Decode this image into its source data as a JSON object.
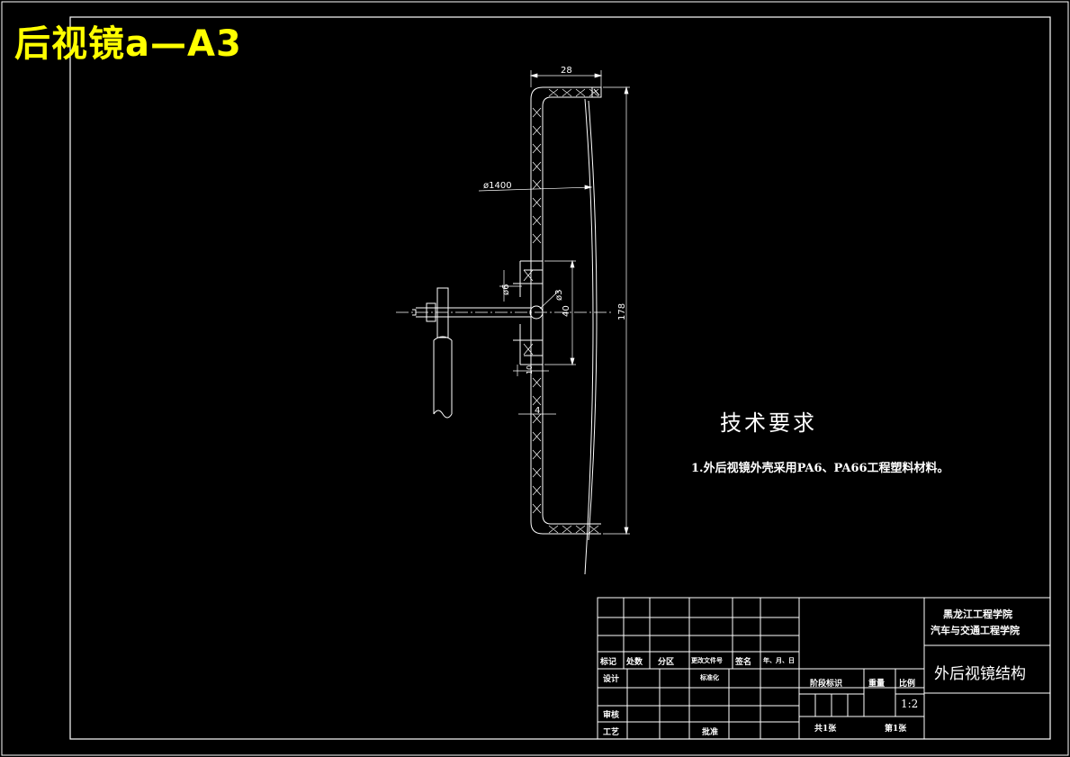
{
  "sheet_title": "后视镜a—A3",
  "technical_requirements": {
    "heading": "技术要求",
    "items": [
      "1.外后视镜外壳采用PA6、PA66工程塑料材料。"
    ]
  },
  "dimensions": {
    "width_top": "28",
    "diameter_mirror": "ø1400",
    "height_total": "178",
    "ball_dia": "ø3",
    "pivot_dia": "ø6",
    "pivot_height": "40",
    "gap_small": "10",
    "offset_4": "4"
  },
  "title_block": {
    "school": "黑龙江工程学院",
    "department": "汽车与交通工程学院",
    "drawing_name": "外后视镜结构",
    "header_row": [
      "标记",
      "处数",
      "分区",
      "更改文件号",
      "签名",
      "年、月、日"
    ],
    "design_label": "设计",
    "standardize_label": "标准化",
    "review_label": "审核",
    "process_label": "工艺",
    "approve_label": "批准",
    "stage_label": "阶段标识",
    "weight_label": "重量",
    "scale_label": "比例",
    "scale_value": "1:2",
    "total_sheets": "共1张",
    "sheet_number": "第1张"
  }
}
